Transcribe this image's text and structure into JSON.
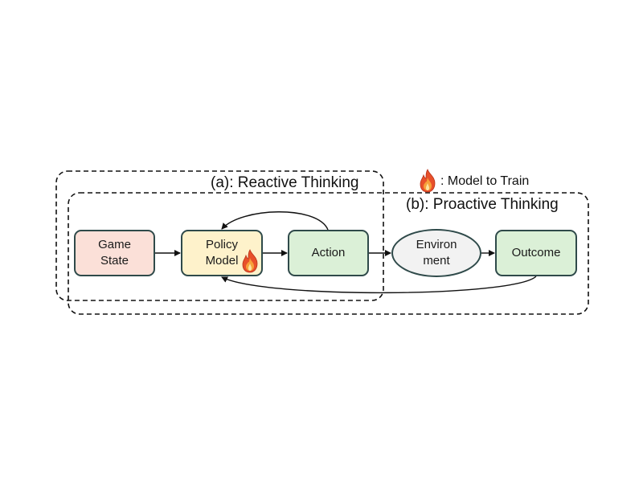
{
  "groups": {
    "reactive": {
      "label": "(a): Reactive Thinking"
    },
    "proactive": {
      "label": "(b): Proactive Thinking"
    }
  },
  "legend": {
    "icon": "fire-icon",
    "text": ": Model to Train"
  },
  "nodes": {
    "game_state": {
      "line1": "Game",
      "line2": "State",
      "color": "#fbe0d8"
    },
    "policy_model": {
      "line1": "Policy",
      "line2": "Model",
      "color": "#fef2cb",
      "icon": "fire-icon"
    },
    "action": {
      "line1": "Action",
      "color": "#dbf0d7"
    },
    "environment": {
      "line1": "Environ",
      "line2": "ment",
      "color": "#f2f2f2"
    },
    "outcome": {
      "line1": "Outcome",
      "color": "#dbf0d7"
    }
  },
  "colors": {
    "stroke": "#111111",
    "node_border": "#2f4a4a",
    "flame_outer": "#e8502a",
    "flame_inner": "#f7a13a"
  }
}
